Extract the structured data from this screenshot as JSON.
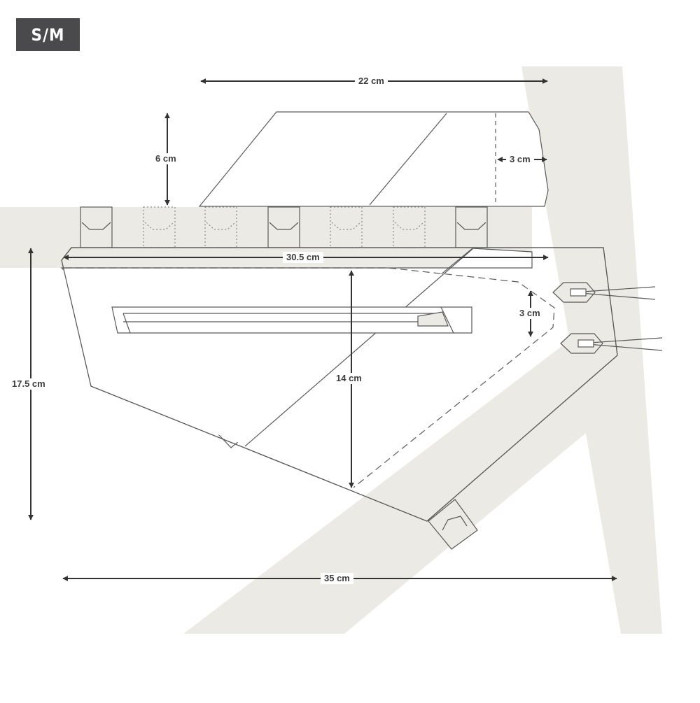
{
  "size_label": "S/M",
  "dimensions": {
    "top_length": "22 cm",
    "top_height": "6 cm",
    "top_end_depth": "3 cm",
    "main_top_length": "30.5 cm",
    "total_height": "17.5 cm",
    "inner_height": "14 cm",
    "front_depth": "3 cm",
    "bottom_length": "35 cm"
  },
  "colors": {
    "frame_fill": "#ebeae4",
    "outline": "#5a5a5a",
    "arrow": "#333333",
    "badge_bg": "#4a4a4c"
  }
}
